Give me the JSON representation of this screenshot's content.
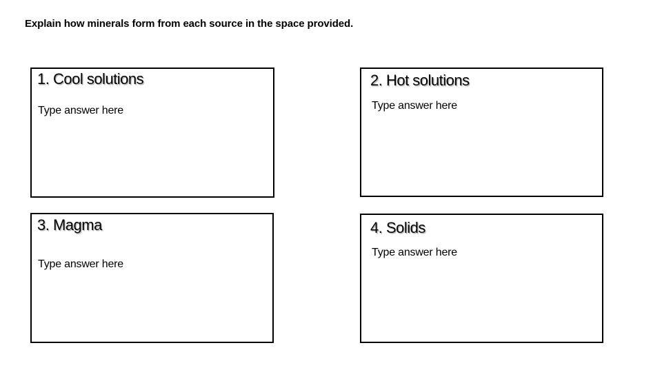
{
  "instruction": "Explain how minerals form from each source in the space provided.",
  "boxes": [
    {
      "title": "1. Cool solutions",
      "placeholder": "Type answer here"
    },
    {
      "title": "2. Hot solutions",
      "placeholder": "Type answer here"
    },
    {
      "title": "3. Magma",
      "placeholder": "Type answer here"
    },
    {
      "title": "4. Solids",
      "placeholder": "Type answer here"
    }
  ],
  "colors": {
    "background": "#ffffff",
    "border": "#000000",
    "text": "#000000",
    "title_shadow": "#b8b8b8"
  }
}
